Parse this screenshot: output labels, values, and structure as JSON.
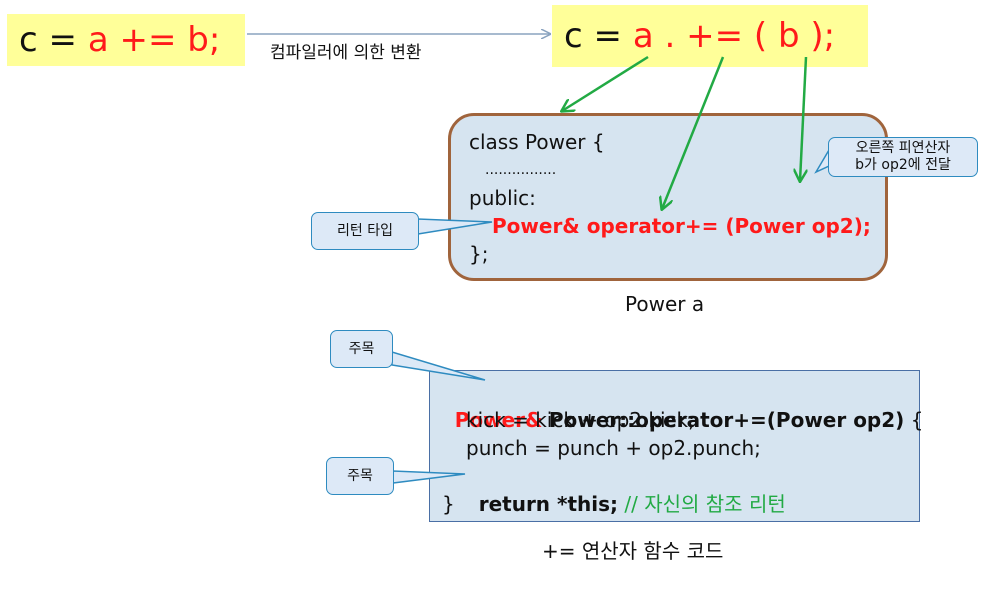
{
  "source_expr": {
    "c": "c",
    "eq": "=",
    "a": "a",
    "op": "+=",
    "b": "b;"
  },
  "compile_label": "컴파일러에 의한 변환",
  "target_expr": {
    "c": "c",
    "eq": "=",
    "a": "a",
    "dot": ".",
    "op": "+=",
    "lp": "(",
    "b": "b",
    "rp": ");"
  },
  "class_box": {
    "line1": "class Power {",
    "line2": "................",
    "line3": "public:",
    "decl": "Power& operator+= (Power op2);",
    "line5": "};"
  },
  "class_caption": "Power a",
  "callouts": {
    "right_operand": "오른쪽 피연산자\nb가 op2에 전달",
    "return_type": "리턴 타입",
    "note1": "주목",
    "note2": "주목"
  },
  "func_box": {
    "ret_type": "Power&",
    "sig": "Power::operator+=(Power op2)",
    "brace_open": "{",
    "line2": "kick = kick + op2.kick;",
    "line3": "punch = punch + op2.punch;",
    "ret_kw": "return *this;",
    "comment": "// 자신의 참조 리턴",
    "brace_close": "}"
  },
  "func_caption": "+= 연산자 함수 코드",
  "colors": {
    "highlight": "#ffff99",
    "red": "#ff1a1a",
    "green": "#22aa44",
    "box_fill": "#d6e4f0",
    "class_border": "#a0643c",
    "callout_border": "#2e8bc0",
    "arrow_gray": "#8aa3bf"
  }
}
